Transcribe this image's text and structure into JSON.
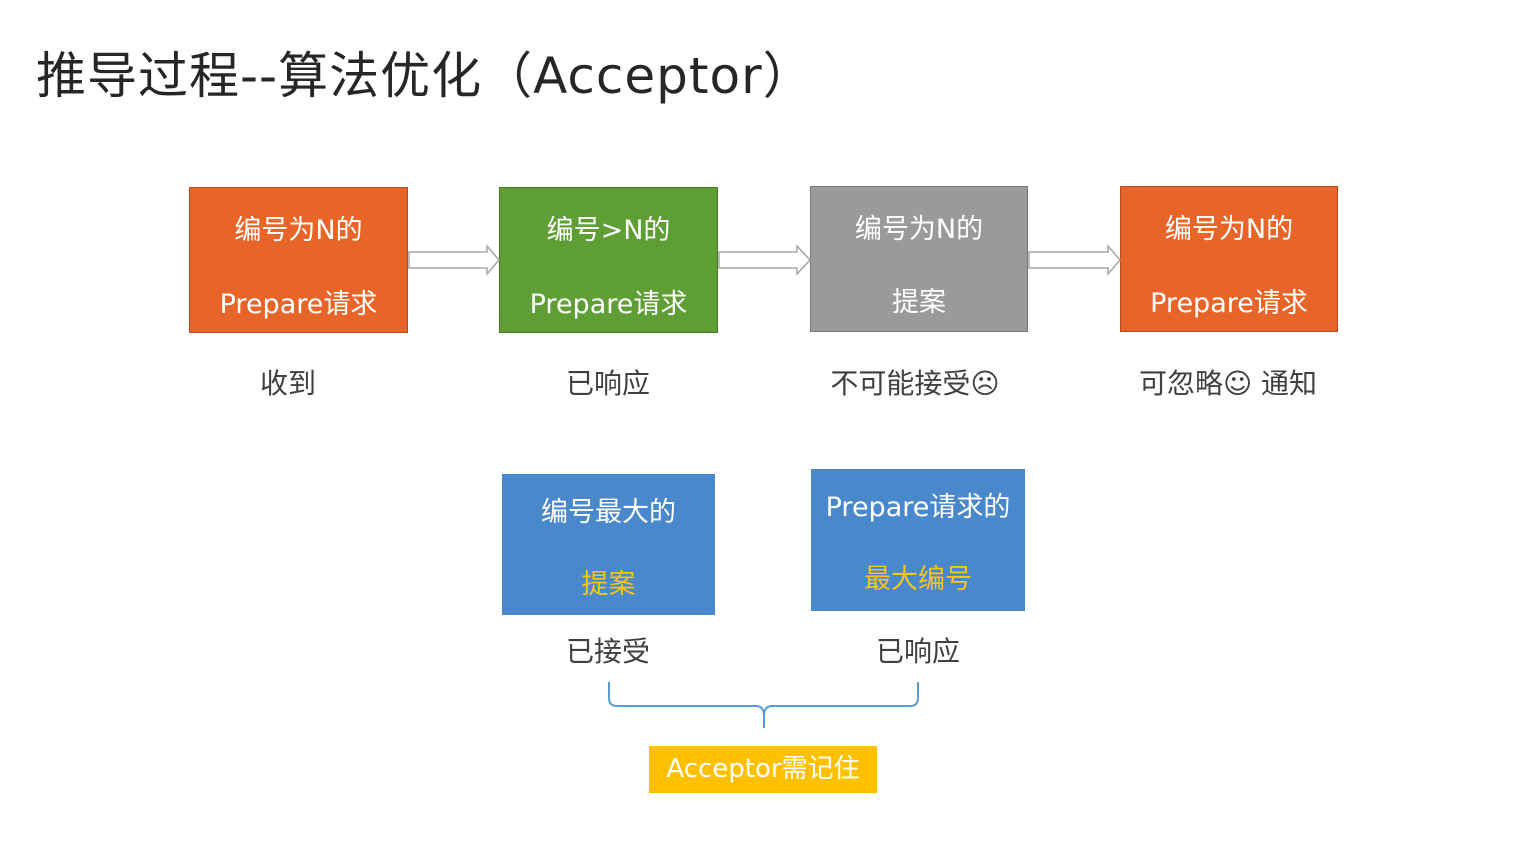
{
  "title": "推导过程--算法优化（Acceptor）",
  "top_row": [
    {
      "line1": "编号为N的",
      "line2": "Prepare请求",
      "caption": "收到",
      "color": "#E8652A"
    },
    {
      "line1": "编号>N的",
      "line2": "Prepare请求",
      "caption": "已响应",
      "color": "#5E9E35"
    },
    {
      "line1": "编号为N的",
      "line2": "提案",
      "caption": "不可能接受☹",
      "color": "#9A9A9A"
    },
    {
      "line1": "编号为N的",
      "line2": "Prepare请求",
      "caption": "可忽略☺ 通知",
      "color": "#E8652A"
    }
  ],
  "bottom_row": [
    {
      "line1": "编号最大的",
      "line2": "提案",
      "caption": "已接受",
      "color": "#4A88CC"
    },
    {
      "line1": "Prepare请求的",
      "line2": "最大编号",
      "caption": "已响应",
      "color": "#4A88CC"
    }
  ],
  "note": "Acceptor需记住",
  "colors": {
    "orange": "#E8652A",
    "green": "#5E9E35",
    "gray": "#9A9A9A",
    "blue": "#4A88CC",
    "note": "#FFC000",
    "highlight_text": "#F5C518"
  },
  "icons": [
    "hollow-arrow-right-icon",
    "curly-brace-icon"
  ]
}
